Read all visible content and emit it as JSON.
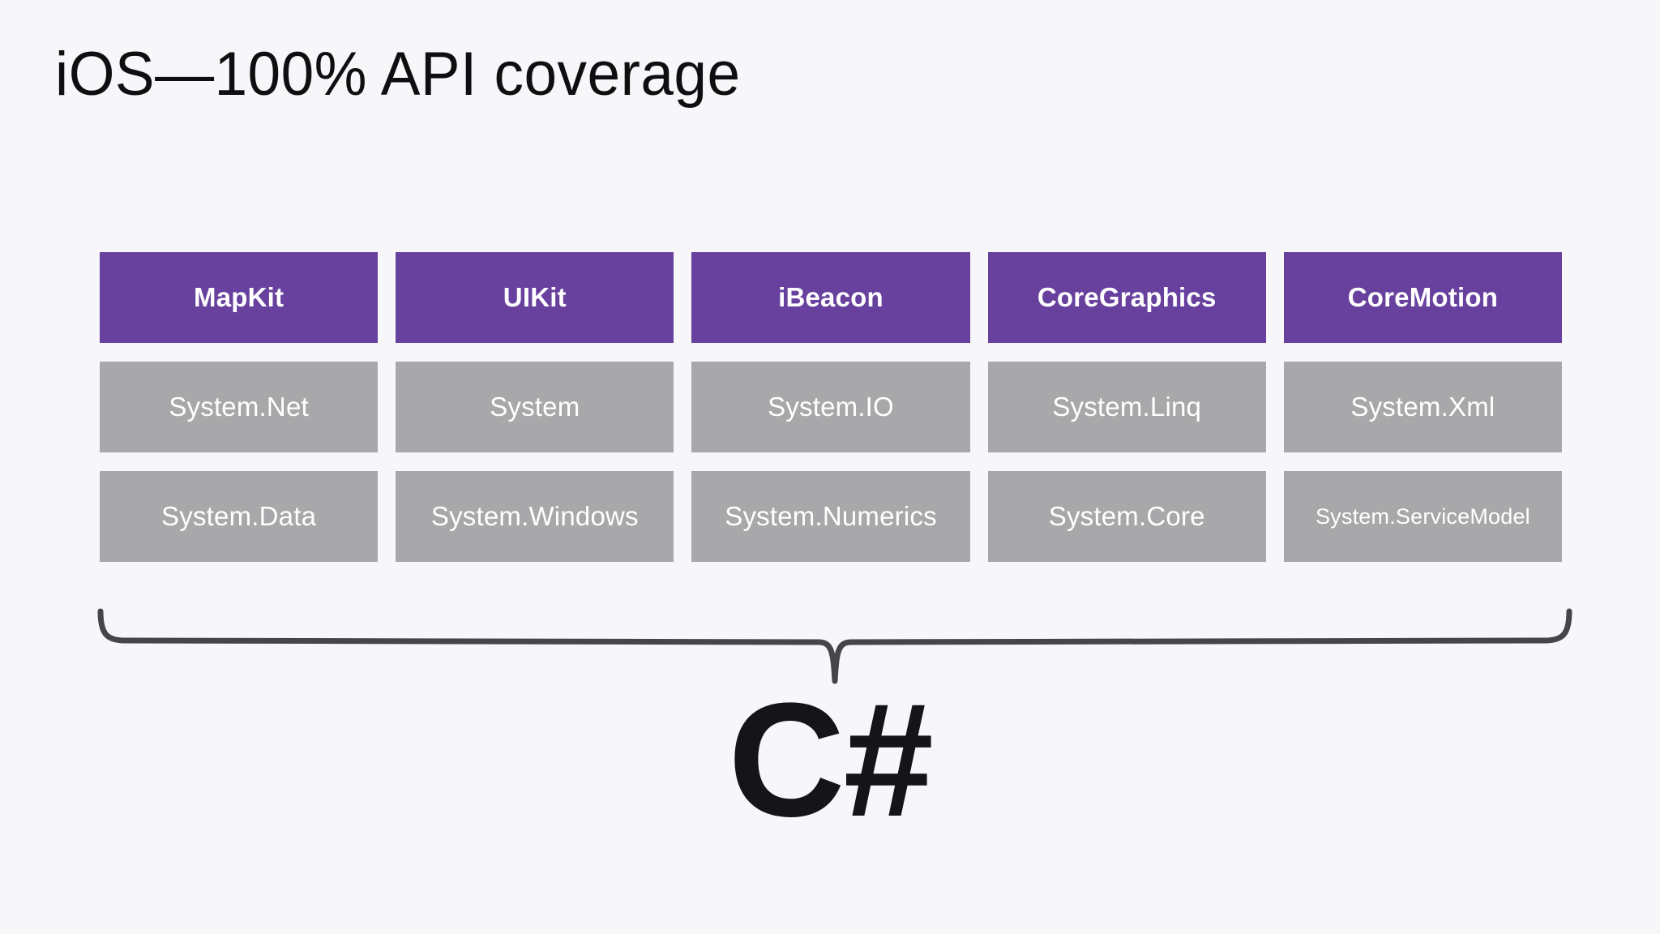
{
  "slide": {
    "title": "iOS—100% API coverage",
    "background_color": "#f7f6f8",
    "accent_color": "#68409e",
    "neutral_color": "#a8a8aa",
    "text_color": "#ffffff",
    "title_color": "#0f0f11",
    "footer_label": "C#"
  },
  "grid": {
    "rows": [
      {
        "kind": "api",
        "cells": [
          {
            "label": "MapKit"
          },
          {
            "label": "UIKit"
          },
          {
            "label": "iBeacon"
          },
          {
            "label": "CoreGraphics"
          },
          {
            "label": "CoreMotion"
          }
        ]
      },
      {
        "kind": "namespace",
        "cells": [
          {
            "label": "System.Net"
          },
          {
            "label": "System"
          },
          {
            "label": "System.IO"
          },
          {
            "label": "System.Linq"
          },
          {
            "label": "System.Xml"
          }
        ]
      },
      {
        "kind": "namespace",
        "cells": [
          {
            "label": "System.Data"
          },
          {
            "label": "System.Windows"
          },
          {
            "label": "System.Numerics"
          },
          {
            "label": "System.Core"
          },
          {
            "label": "System.ServiceModel"
          }
        ]
      }
    ]
  },
  "brace": {
    "icon": "curly-brace-down-icon",
    "color": "#45454a"
  }
}
